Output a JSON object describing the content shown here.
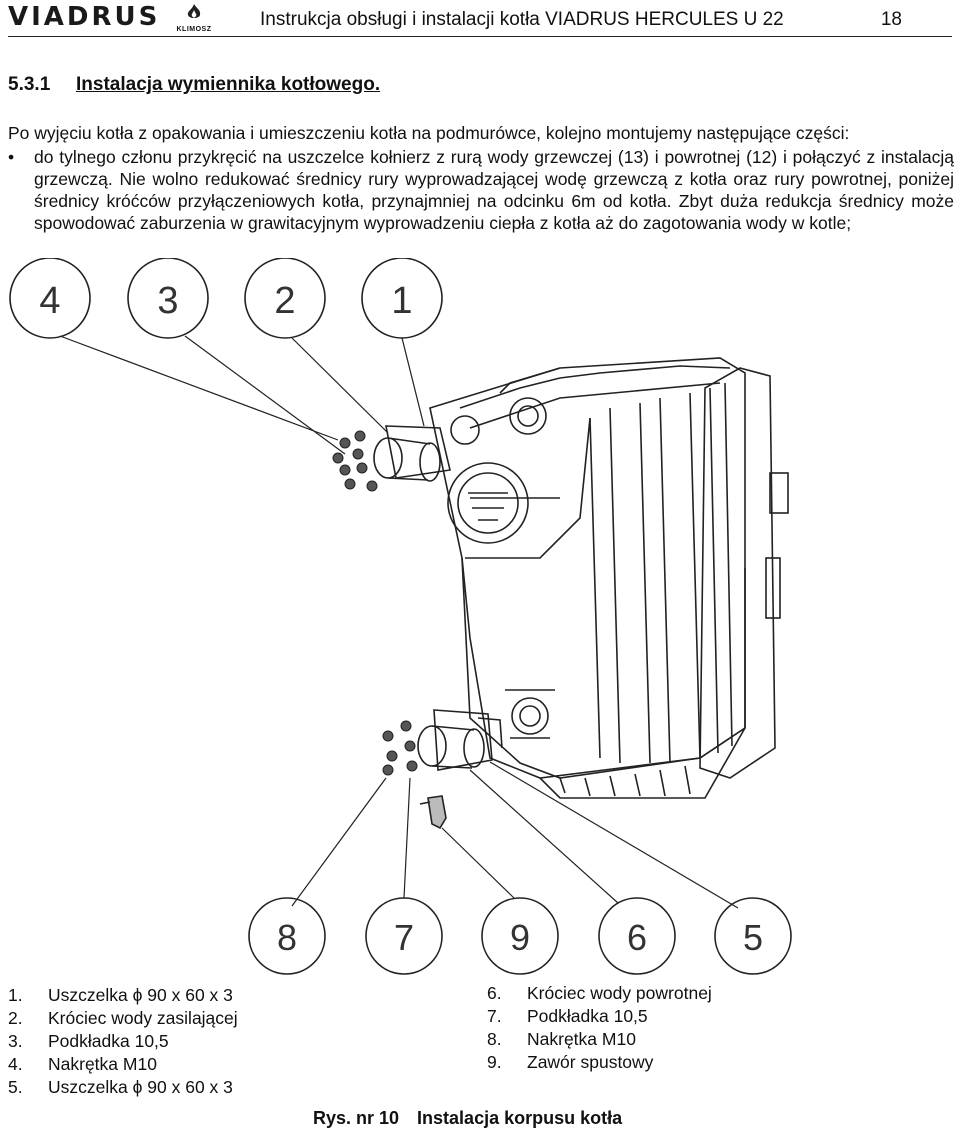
{
  "header": {
    "logo_text": "VIADRUS",
    "sub_logo_text": "KLIMOSZ",
    "doc_title": "Instrukcja obsługi i instalacji kotła VIADRUS HERCULES U 22",
    "page_number": "18"
  },
  "section": {
    "number": "5.3.1",
    "title": "Instalacja wymiennika kotłowego."
  },
  "intro": "Po wyjęciu kotła z opakowania i umieszczeniu kotła na podmurówce, kolejno montujemy następujące części:",
  "bullet": {
    "symbol": "•",
    "text": "do tylnego członu przykręcić na uszczelce kołnierz z rurą wody grzewczej (13) i powrotnej (12) i połączyć z instalacją grzewczą. Nie wolno redukować średnicy rury wyprowadzającej wodę grzewczą z kotła oraz rury powrotnej, poniżej średnicy króćców przyłączeniowych kotła, przynajmniej na odcinku 6m od kotła. Zbyt duża redukcja średnicy może spowodować zaburzenia w grawitacyjnym wyprowadzeniu ciepła z kotła aż do zagotowania wody w kotle;"
  },
  "figure": {
    "top_callouts": [
      "4",
      "3",
      "2",
      "1"
    ],
    "bottom_callouts": [
      "8",
      "7",
      "9",
      "6",
      "5"
    ]
  },
  "legend_left": [
    {
      "n": "1.",
      "label": "Uszczelka ϕ 90 x 60 x 3"
    },
    {
      "n": "2.",
      "label": "Króciec wody zasilającej"
    },
    {
      "n": "3.",
      "label": "Podkładka 10,5"
    },
    {
      "n": "4.",
      "label": "Nakrętka M10"
    },
    {
      "n": "5.",
      "label": "Uszczelka ϕ 90 x 60 x 3"
    }
  ],
  "legend_right": [
    {
      "n": "6.",
      "label": "Króciec wody powrotnej"
    },
    {
      "n": "7.",
      "label": "Podkładka 10,5"
    },
    {
      "n": "8.",
      "label": "Nakrętka M10"
    },
    {
      "n": "9.",
      "label": "Zawór spustowy"
    }
  ],
  "caption": {
    "number": "Rys. nr 10",
    "text": "Instalacja korpusu kotła"
  }
}
